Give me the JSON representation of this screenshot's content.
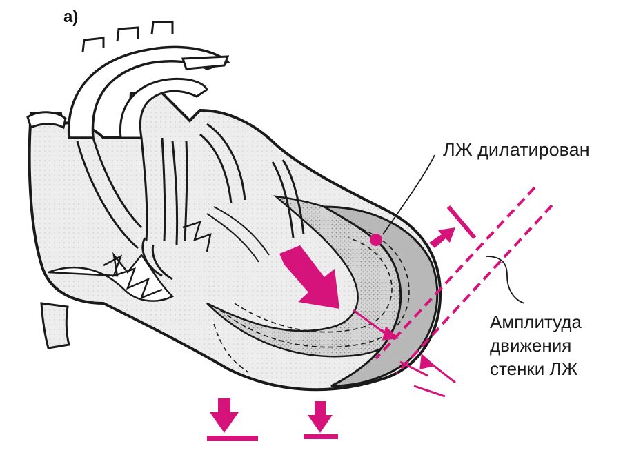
{
  "figure": {
    "panel_label": "а)",
    "labels": {
      "lv_dilated": "ЛЖ дилатирован",
      "amplitude_line1": "Амплитуда",
      "amplitude_line2": "движения",
      "amplitude_line3": "стенки ЛЖ"
    },
    "colors": {
      "accent": "#d6137a",
      "outline": "#1a1a1a",
      "myocardium_shade": "#c9c9c9",
      "background": "#ffffff"
    }
  }
}
